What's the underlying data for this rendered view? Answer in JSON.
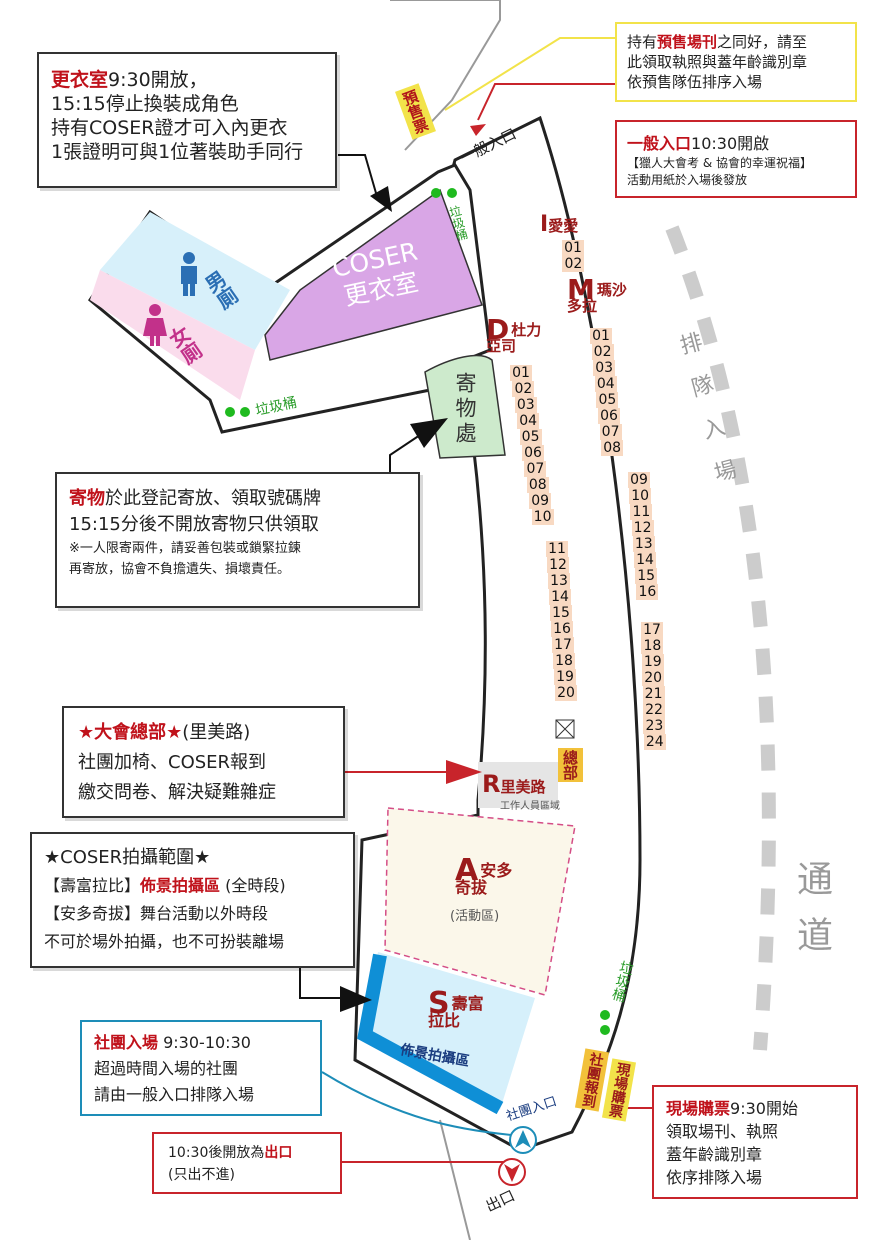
{
  "dressing_note": {
    "lines": [
      "更衣室9:30開放，",
      "15:15停止換裝成角色",
      "持有COSER證才可入內更衣",
      "1張證明可與1位著裝助手同行"
    ],
    "highlight": "更衣室",
    "highlight_rest": "9:30開放，"
  },
  "presale_note": {
    "prefix": "持有",
    "highlight": "預售場刊",
    "suffix": "之同好，請至",
    "line2": "此領取執照與蓋年齡識別章",
    "line3": "依預售隊伍排序入場"
  },
  "general_entry_note": {
    "highlight": "一般入口",
    "time": "10:30開啟",
    "line2": "【獵人大會考 & 協會的幸運祝福】",
    "line3": "活動用紙於入場後發放"
  },
  "storage_note": {
    "highlight": "寄物",
    "line1_rest": "於此登記寄放、領取號碼牌",
    "line2": "15:15分後不開放寄物只供領取",
    "line3": "※一人限寄兩件，請妥善包裝或鎖緊拉鍊",
    "line4": "再寄放，協會不負擔遺失、損壞責任。"
  },
  "hq_note": {
    "highlight": "★大會總部★",
    "suffix": "(里美路)",
    "line2": "社團加椅、COSER報到",
    "line3": "繳交問卷、解決疑難雜症"
  },
  "coser_note": {
    "title": "★COSER拍攝範圍★",
    "line2_prefix": "【壽富拉比】",
    "line2_highlight": "佈景拍攝區",
    "line2_suffix": "(全時段)",
    "line3": "【安多奇拔】舞台活動以外時段",
    "line4": "不可於場外拍攝，也不可扮裝離場"
  },
  "club_entry_note": {
    "highlight": "社團入場",
    "time": "9:30-10:30",
    "line2": "超過時間入場的社團",
    "line3": "請由一般入口排隊入場"
  },
  "exit_note": {
    "prefix": "10:30後開放為",
    "highlight": "出口",
    "line2": "(只出不進)"
  },
  "onsite_ticket_note": {
    "highlight": "現場購票",
    "time": "9:30開始",
    "line2": "領取場刊、執照",
    "line3": "蓋年齡識別章",
    "line4": "依序排隊入場"
  },
  "map": {
    "presale_ticket_label": "預售票",
    "general_entry_label": "一般入口",
    "trash_label": "垃圾桶",
    "mens_room": "男廁",
    "womens_room": "女廁",
    "coser_room_line1": "COSER",
    "coser_room_line2": "更衣室",
    "storage_label": "寄物處",
    "queue_label": "排隊入場",
    "passage_label": "通道",
    "hq_label": "總部",
    "staff_area": "工作人員區域",
    "club_entry_label": "社團入口",
    "exit_label": "出口",
    "club_checkin": "社團報到",
    "onsite_ticket_label": "現場購票",
    "zone_i": {
      "letter": "I",
      "name": "愛愛",
      "numbers": [
        "01",
        "02"
      ]
    },
    "zone_m": {
      "letter": "M",
      "name_line1": "瑪沙",
      "name_line2": "多拉",
      "numbers": [
        "01",
        "02",
        "03",
        "04",
        "05",
        "06",
        "07",
        "08",
        "09",
        "10",
        "11",
        "12",
        "13",
        "14",
        "15",
        "16",
        "17",
        "18",
        "19",
        "20",
        "21",
        "22",
        "23",
        "24"
      ]
    },
    "zone_d": {
      "letter": "D",
      "name_line1": "杜力",
      "name_line2": "亞司",
      "numbers": [
        "01",
        "02",
        "03",
        "04",
        "05",
        "06",
        "07",
        "08",
        "09",
        "10",
        "11",
        "12",
        "13",
        "14",
        "15",
        "16",
        "17",
        "18",
        "19",
        "20"
      ]
    },
    "zone_r": {
      "letter": "R",
      "name": "里美路"
    },
    "zone_a": {
      "letter": "A",
      "name_line1": "安多",
      "name_line2": "奇拔",
      "sub": "(活動區)"
    },
    "zone_s": {
      "letter": "S",
      "name_line1": "壽富",
      "name_line2": "拉比",
      "sub": "佈景拍攝區"
    }
  },
  "colors": {
    "highlight_red": "#c0121b",
    "coser_room": "#d9a6e6",
    "mens_room": "#d7f0fa",
    "womens_room": "#fadcec",
    "storage": "#cdeacc",
    "booth": "#f8d9c2",
    "zone_a": "#fbf7ea",
    "zone_s": "#d6f0fb",
    "zone_s_border": "#0f8fd6",
    "trash": "#1fba1f"
  }
}
